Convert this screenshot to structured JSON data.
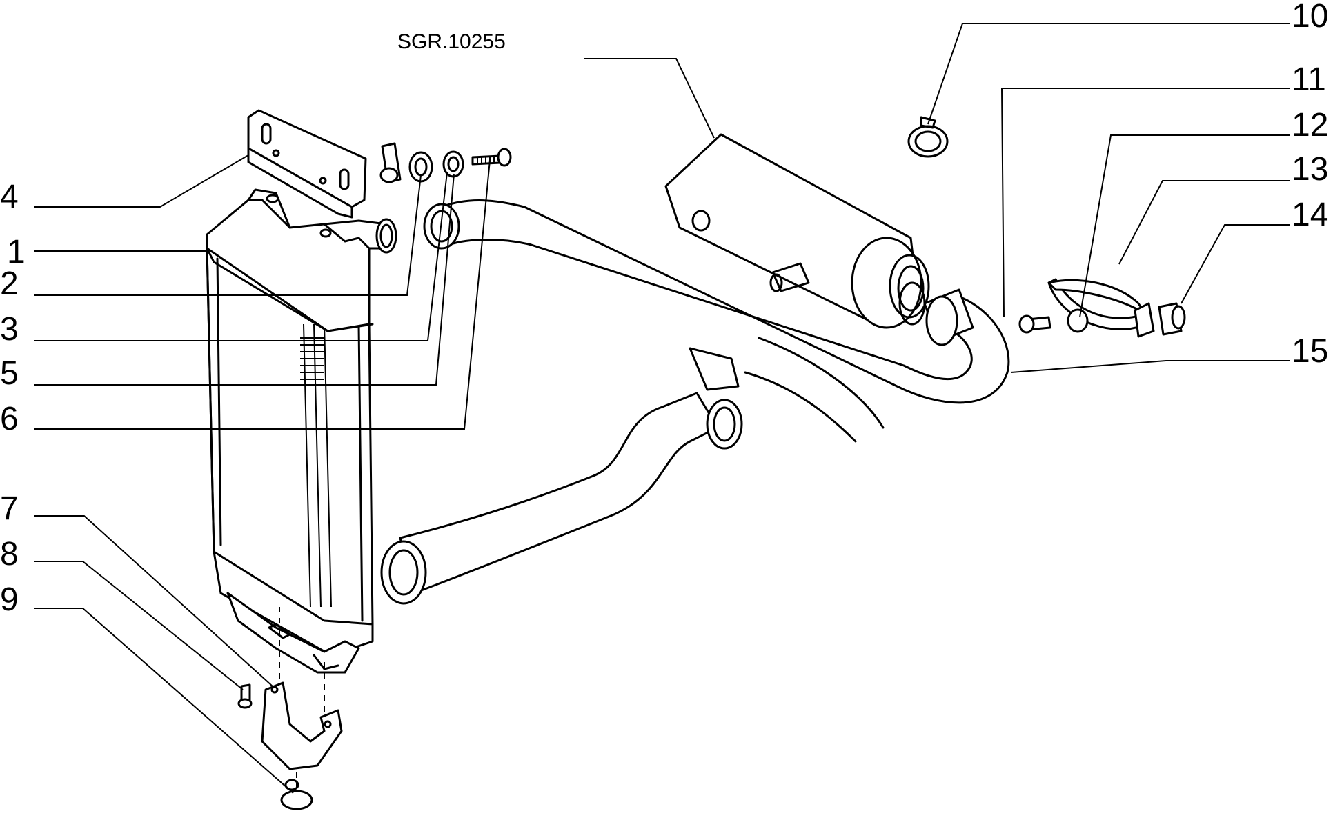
{
  "drawing": {
    "reference": "SGR.10255",
    "callouts": [
      "1",
      "2",
      "3",
      "4",
      "5",
      "6",
      "7",
      "8",
      "9",
      "10",
      "11",
      "12",
      "13",
      "14",
      "15"
    ]
  }
}
